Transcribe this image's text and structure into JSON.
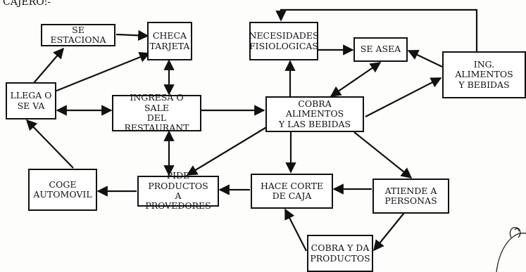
{
  "caption": "CAJERO:-",
  "nodes": {
    "se_estaciona": "SE ESTACIONA",
    "checa_tarjeta": "CHECA\nTARJETA",
    "necesidades": "NECESIDADES\nFISIOLOGICAS",
    "se_asea": "SE ASEA",
    "ing_alimentos": "ING. ALIMENTOS\nY BEBIDAS",
    "llega": "LLEGA O\nSE VA",
    "ingresa": "INGRESA O SALE\nDEL RESTAURANT",
    "cobra_alimentos": "COBRA ALIMENTOS\nY LAS BEBIDAS",
    "coge_automovil": "COGE\nAUTOMOVIL",
    "pide_productos": "PIDE PRODUCTOS\nA PROVEDORES",
    "hace_corte": "HACE CORTE\nDE CAJA",
    "atiende": "ATIENDE A\nPERSONAS",
    "cobra_y_da": "COBRA Y DA\nPRODUCTOS"
  }
}
